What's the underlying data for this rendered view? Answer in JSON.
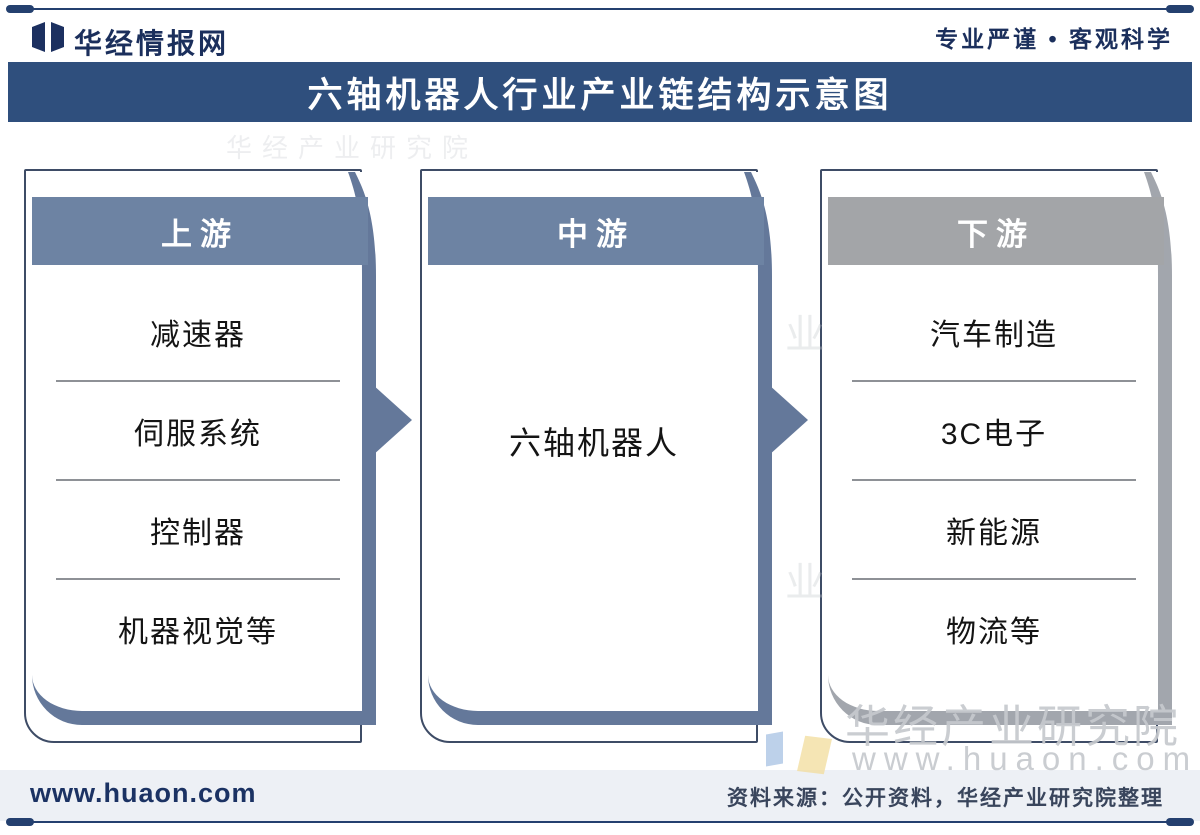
{
  "header": {
    "brand": "华经情报网",
    "slogan": "专业严谨 • 客观科学"
  },
  "title": "六轴机器人行业产业链结构示意图",
  "colors": {
    "rule": "#24406f",
    "title_bar": "#2f4f7d",
    "brand_navy": "#1b2f5c",
    "outline": "#3e4c66",
    "divider": "#8e9196",
    "arrow": "#64789a",
    "watermark": "#c6c9ce",
    "footer_band": "#edf0f5",
    "logo": "#1c3060"
  },
  "columns": [
    {
      "header": "上游",
      "header_color": "#6d83a3",
      "border_color": "#64789a",
      "items": [
        "减速器",
        "伺服系统",
        "控制器",
        "机器视觉等"
      ]
    },
    {
      "header": "中游",
      "header_color": "#6d83a3",
      "border_color": "#64789a",
      "items": [
        "六轴机器人"
      ]
    },
    {
      "header": "下游",
      "header_color": "#a3a5a8",
      "border_color": "#a2a6ad",
      "items": [
        "汽车制造",
        "3C电子",
        "新能源",
        "物流等"
      ]
    }
  ],
  "watermarks": {
    "top_row": "华经产业研究院",
    "vertical_char_1": "业",
    "vertical_char_2": "业",
    "big": "华经产业研究院",
    "url": "www.huaon.com"
  },
  "footer": {
    "site": "www.huaon.com",
    "source": "资料来源：公开资料，华经产业研究院整理"
  }
}
